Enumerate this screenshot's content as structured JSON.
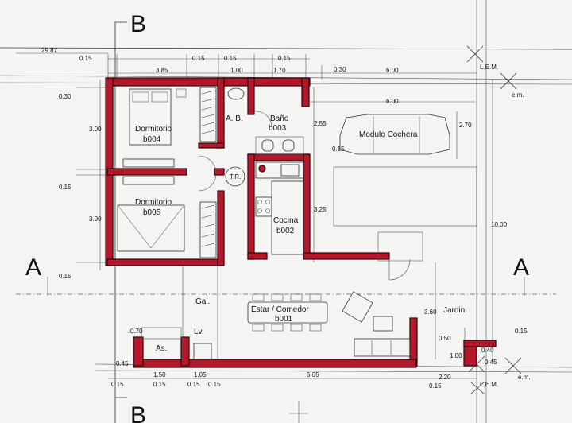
{
  "section_marks": {
    "b": "B",
    "a": "A"
  },
  "rooms": {
    "dormitorio_1": {
      "name": "Dormitorio",
      "code": "b004"
    },
    "dormitorio_2": {
      "name": "Dormitorio",
      "code": "b005"
    },
    "ab": "A. B.",
    "bano": {
      "name": "Baño",
      "code": "b003"
    },
    "cocina": {
      "name": "Cocina",
      "code": "b002"
    },
    "estar": {
      "name": "Estar / Comedor",
      "code": "b001"
    },
    "cochera": "Modulo Cochera",
    "jardin": "Jardin",
    "gal": "Gal.",
    "as": "As.",
    "lv": "Lv.",
    "tr": "T.R."
  },
  "labels": {
    "lem": "L.E.M.",
    "em": "e.m."
  },
  "dims": {
    "total_top": "29.87",
    "d1": "0.15",
    "d2": "3.85",
    "d3": "0.15",
    "d4": "0.15",
    "d5": "1.00",
    "d6": "0.15",
    "d7": "1.70",
    "d8": "0.30",
    "d9": "6.00",
    "left_030": "0.30",
    "left_300a": "3.00",
    "left_015a": "0.15",
    "left_300b": "3.00",
    "left_015b": "0.15",
    "c600": "6.00",
    "c255": "2.55",
    "c270": "2.70",
    "c015": "0.15",
    "c325": "3.25",
    "r1000": "10.00",
    "r360": "3.60",
    "b070": "0.70",
    "b045": "0.45",
    "b150": "1.50",
    "b105": "1.05",
    "b665": "6.65",
    "b015a": "0.15",
    "b015b": "0.15",
    "b015c": "0.15",
    "b015d": "0.15",
    "b220": "2.20",
    "b015e": "0.15",
    "r050": "0.50",
    "r100": "1.00",
    "r040": "0.40",
    "r045": "0.45",
    "r015": "0.15"
  }
}
